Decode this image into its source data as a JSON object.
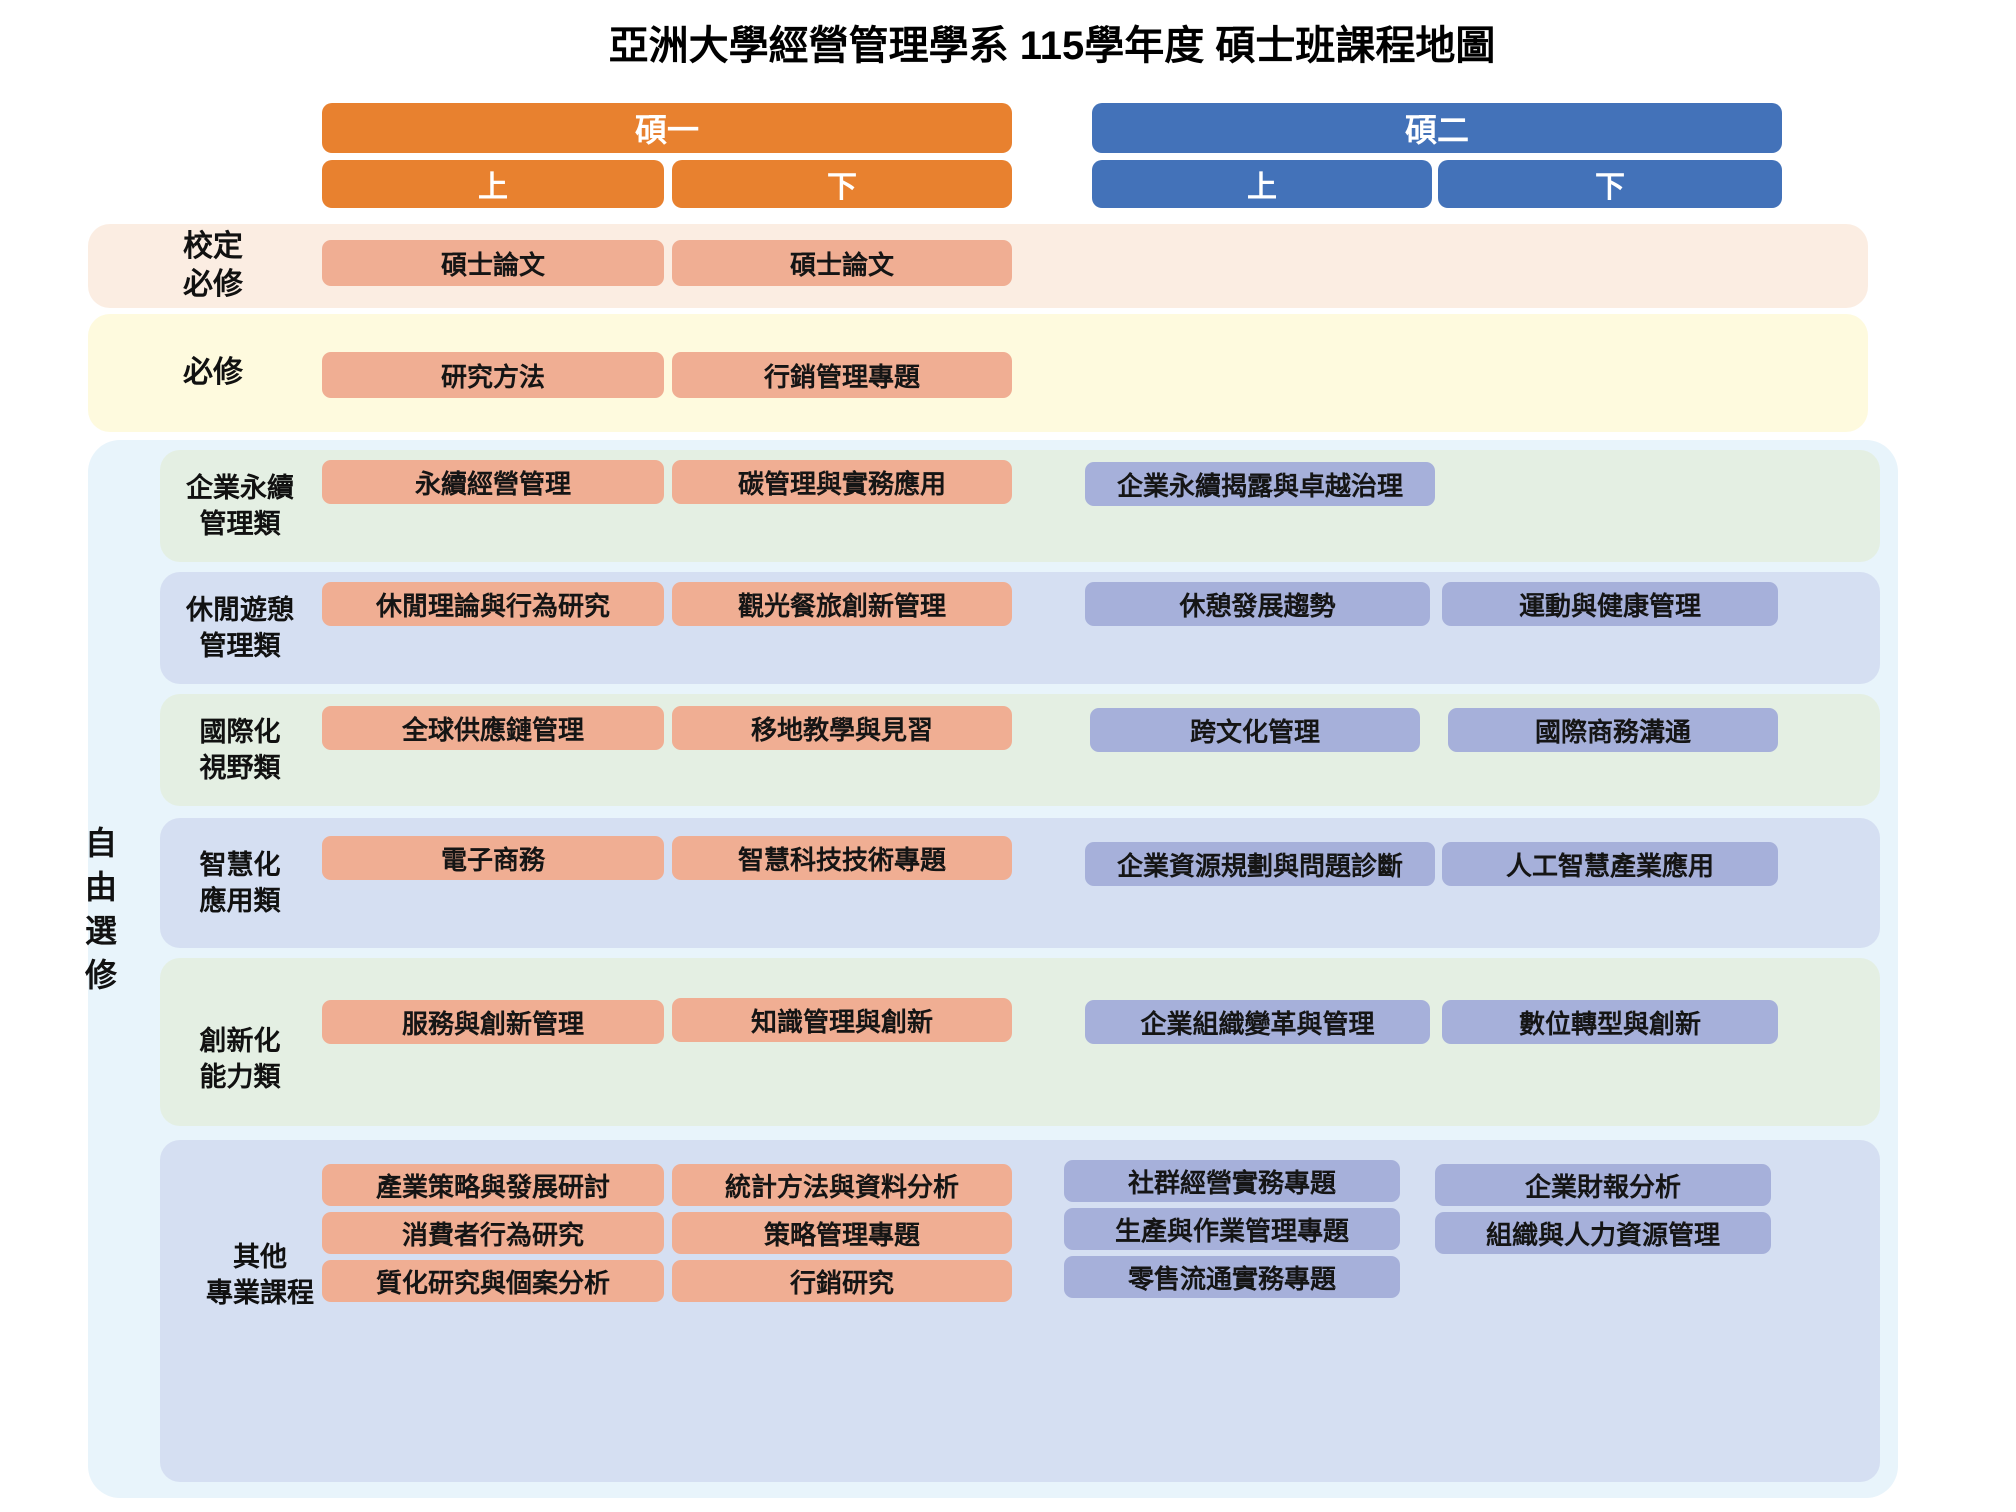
{
  "title": "亞洲大學經營管理學系 115學年度 碩士班課程地圖",
  "colors": {
    "year1_orange": "#E8812F",
    "year2_blue": "#4372B9",
    "course_salmon": "#F0AE93",
    "course_periwinkle": "#A6B0DA",
    "band_school_required": "#FBEDE2",
    "band_required": "#FEFADE",
    "elective_container": "#E8F4FB",
    "category_green": "#E4EFE3",
    "category_lavender": "#D5DFF2"
  },
  "columns": {
    "year1": {
      "label": "碩一",
      "sem_first": "上",
      "sem_second": "下"
    },
    "year2": {
      "label": "碩二",
      "sem_first": "上",
      "sem_second": "下"
    }
  },
  "bands": {
    "school_required": {
      "label_line1": "校定",
      "label_line2": "必修",
      "courses": {
        "y1_first": "碩士論文",
        "y1_second": "碩士論文"
      }
    },
    "required": {
      "label": "必修",
      "courses": {
        "y1_first": "研究方法",
        "y1_second": "行銷管理專題"
      }
    },
    "free_elective": {
      "label": "自由選修",
      "categories": [
        {
          "name_line1": "企業永續",
          "name_line2": "管理類",
          "courses": {
            "y1_first": "永續經營管理",
            "y1_second": "碳管理與實務應用",
            "y2_first": "企業永續揭露與卓越治理"
          }
        },
        {
          "name_line1": "休閒遊憩",
          "name_line2": "管理類",
          "courses": {
            "y1_first": "休閒理論與行為研究",
            "y1_second": "觀光餐旅創新管理",
            "y2_first": "休憩發展趨勢",
            "y2_second": "運動與健康管理"
          }
        },
        {
          "name_line1": "國際化",
          "name_line2": "視野類",
          "courses": {
            "y1_first": "全球供應鏈管理",
            "y1_second": "移地教學與見習",
            "y2_first": "跨文化管理",
            "y2_second": "國際商務溝通"
          }
        },
        {
          "name_line1": "智慧化",
          "name_line2": "應用類",
          "courses": {
            "y1_first": "電子商務",
            "y1_second": "智慧科技技術專題",
            "y2_first": "企業資源規劃與問題診斷",
            "y2_second": "人工智慧產業應用"
          }
        },
        {
          "name_line1": "創新化",
          "name_line2": "能力類",
          "courses": {
            "y1_first": "服務與創新管理",
            "y1_second": "知識管理與創新",
            "y2_first": "企業組織變革與管理",
            "y2_second": "數位轉型與創新"
          }
        },
        {
          "name_line1": "其他",
          "name_line2": "專業課程",
          "courses": {
            "y1_first": [
              "產業策略與發展研討",
              "消費者行為研究",
              "質化研究與個案分析"
            ],
            "y1_second": [
              "統計方法與資料分析",
              "策略管理專題",
              "行銷研究"
            ],
            "y2_first": [
              "社群經營實務專題",
              "生產與作業管理專題",
              "零售流通實務專題"
            ],
            "y2_second": [
              "企業財報分析",
              "組織與人力資源管理"
            ]
          }
        }
      ]
    }
  }
}
